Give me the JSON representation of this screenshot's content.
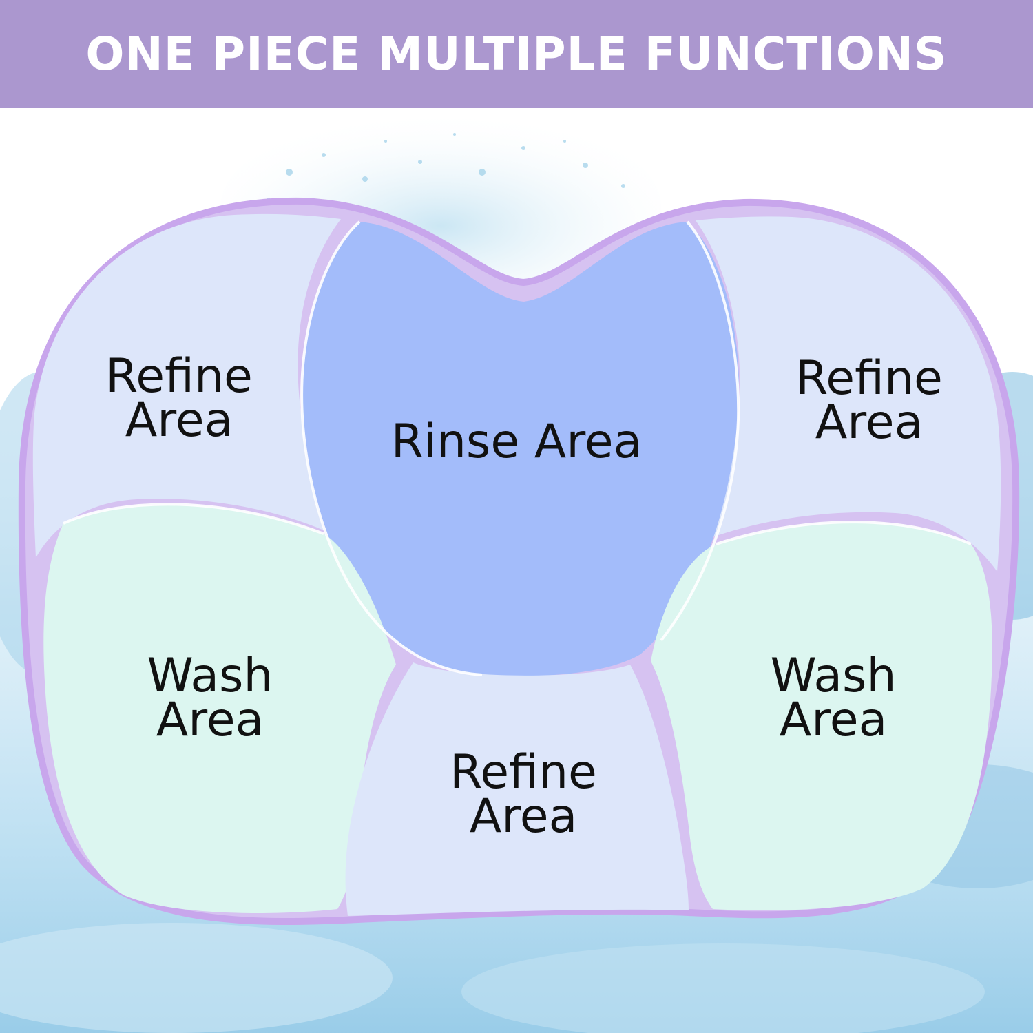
{
  "banner": {
    "title": "ONE PIECE MULTIPLE FUNCTIONS",
    "color": "#ab97cf"
  },
  "mat": {
    "border_color": "#c8a6ec",
    "zones": [
      {
        "id": "refine-top-left",
        "line1": "Refine",
        "line2": "Area",
        "fill": "#dde6fa"
      },
      {
        "id": "rinse-center",
        "line1": "Rinse Area",
        "line2": "",
        "fill": "#a3bcfa"
      },
      {
        "id": "refine-top-right",
        "line1": "Refine",
        "line2": "Area",
        "fill": "#dde6fa"
      },
      {
        "id": "wash-left",
        "line1": "Wash",
        "line2": "Area",
        "fill": "#dcf6f0"
      },
      {
        "id": "refine-bottom",
        "line1": "Refine",
        "line2": "Area",
        "fill": "#dde6fa"
      },
      {
        "id": "wash-right",
        "line1": "Wash",
        "line2": "Area",
        "fill": "#dcf6f0"
      }
    ]
  },
  "background": {
    "theme": "water-splash",
    "water_color": "#9ccfe8"
  }
}
